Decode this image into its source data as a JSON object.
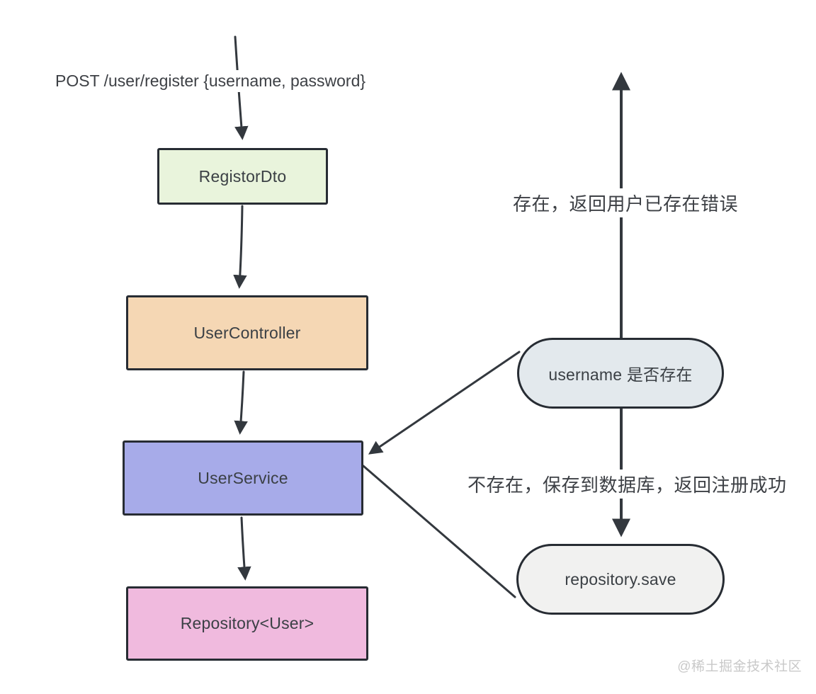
{
  "diagram": {
    "request_label": "POST /user/register {username, password}",
    "nodes": [
      {
        "id": "registor-dto",
        "label": "RegistorDto",
        "shape": "rect",
        "fill": "#e9f4dc"
      },
      {
        "id": "user-controller",
        "label": "UserController",
        "shape": "rect",
        "fill": "#f5d7b4"
      },
      {
        "id": "user-service",
        "label": "UserService",
        "shape": "rect",
        "fill": "#a7abe9"
      },
      {
        "id": "repository-user",
        "label": "Repository<User>",
        "shape": "rect",
        "fill": "#f0bade"
      },
      {
        "id": "username-check",
        "label": "username 是否存在",
        "shape": "pill",
        "fill": "#e3e9ed"
      },
      {
        "id": "repository-save",
        "label": "repository.save",
        "shape": "pill",
        "fill": "#f1f1f0"
      }
    ],
    "edge_labels": {
      "exists": "存在，返回用户已存在错误",
      "not_exists": "不存在，保存到数据库，返回注册成功"
    },
    "stroke_color": "#33383e",
    "border_color": "#272c33"
  },
  "watermark": "@稀土掘金技术社区"
}
